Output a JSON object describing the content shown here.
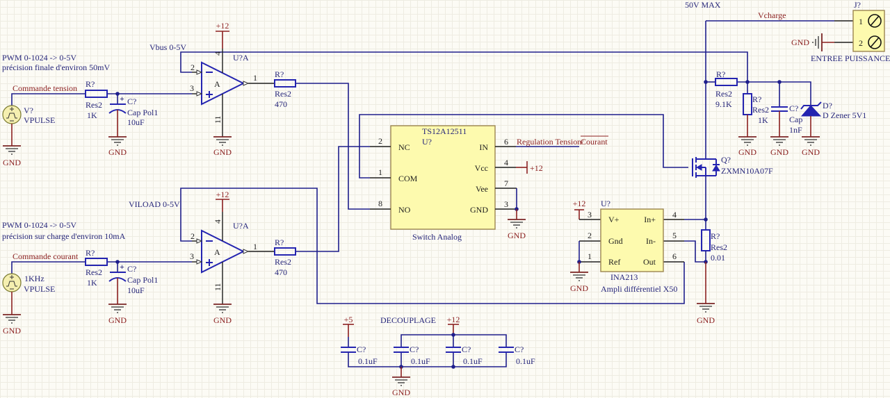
{
  "common": {
    "gnd": "GND",
    "vcc12": "+12",
    "vcc5": "+5"
  },
  "header_notes": {
    "max_voltage": "50V MAX"
  },
  "voltage_channel": {
    "note": [
      "PWM 0-1024 -> 0-5V",
      "précision finale d'environ 50mV"
    ],
    "net_label": "Commande tension",
    "source": {
      "designator": "V?",
      "value": "VPULSE"
    },
    "filter_resistor": {
      "designator": "R?",
      "comment": "Res2",
      "value": "1K"
    },
    "filter_cap": {
      "designator": "C?",
      "comment": "Cap Pol1",
      "value": "10uF"
    },
    "opamp": {
      "designator": "U?A",
      "part": "A",
      "pin_inv": "2",
      "pin_noninv": "3",
      "pin_out": "1",
      "pin_vpos": "4",
      "pin_vneg": "11"
    },
    "feedback_label": "Vbus 0-5V",
    "output_resistor": {
      "designator": "R?",
      "comment": "Res2",
      "value": "470"
    }
  },
  "current_channel": {
    "note": [
      "PWM 0-1024 -> 0-5V",
      "précision sur charge d'environ 10mA"
    ],
    "net_label": "Commande courant",
    "source": {
      "designator": "1KHz",
      "value": "VPULSE"
    },
    "filter_resistor": {
      "designator": "R?",
      "comment": "Res2",
      "value": "1K"
    },
    "filter_cap": {
      "designator": "C?",
      "comment": "Cap Pol1",
      "value": "10uF"
    },
    "opamp": {
      "designator": "U?A",
      "part": "A",
      "pin_inv": "2",
      "pin_noninv": "3",
      "pin_out": "1",
      "pin_vpos": "4",
      "pin_vneg": "11"
    },
    "feedback_label": "VILOAD 0-5V",
    "output_resistor": {
      "designator": "R?",
      "comment": "Res2",
      "value": "470"
    }
  },
  "analog_switch": {
    "part": "TS12A12511",
    "designator": "U?",
    "description": "Switch Analog",
    "pins": [
      {
        "name": "NC",
        "number": "2"
      },
      {
        "name": "COM",
        "number": "1"
      },
      {
        "name": "NO",
        "number": "8"
      },
      {
        "name": "IN",
        "number": "6"
      },
      {
        "name": "Vcc",
        "number": "4"
      },
      {
        "name": "Vee",
        "number": "7"
      },
      {
        "name": "GND",
        "number": "3"
      }
    ],
    "control_net_prefix": "Regulation Tension/",
    "control_net_overlined": "Courant"
  },
  "mosfet": {
    "designator": "Q?",
    "part": "ZXMN10A07F"
  },
  "connector": {
    "designator": "J?",
    "description": "ENTREE PUISSANCE",
    "pins": [
      "1",
      "2"
    ],
    "net_label": "Vcharge"
  },
  "divider": {
    "r_top": {
      "designator": "R?",
      "comment": "Res2",
      "value": "9.1K"
    },
    "r_bottom": {
      "designator": "R?",
      "comment": "Res2",
      "value": "1K"
    },
    "cap": {
      "designator": "C?",
      "comment": "Cap",
      "value": "1nF"
    },
    "zener": {
      "designator": "D?",
      "comment": "D Zener 5V1"
    }
  },
  "current_sense": {
    "amp": {
      "designator": "U?",
      "part": "INA213",
      "description": "Ampli différentiel X50",
      "pins": [
        {
          "name": "V+",
          "number": "3"
        },
        {
          "name": "Gnd",
          "number": "2"
        },
        {
          "name": "Ref",
          "number": "1"
        },
        {
          "name": "In+",
          "number": "4"
        },
        {
          "name": "In-",
          "number": "5"
        },
        {
          "name": "Out",
          "number": "6"
        }
      ]
    },
    "shunt": {
      "designator": "R?",
      "comment": "Res2",
      "value": "0.01"
    }
  },
  "decoupling": {
    "title": "DECOUPLAGE",
    "caps": [
      {
        "designator": "C?",
        "value": "0.1uF"
      },
      {
        "designator": "C?",
        "value": "0.1uF"
      },
      {
        "designator": "C?",
        "value": "0.1uF"
      },
      {
        "designator": "C?",
        "value": "0.1uF"
      }
    ]
  }
}
